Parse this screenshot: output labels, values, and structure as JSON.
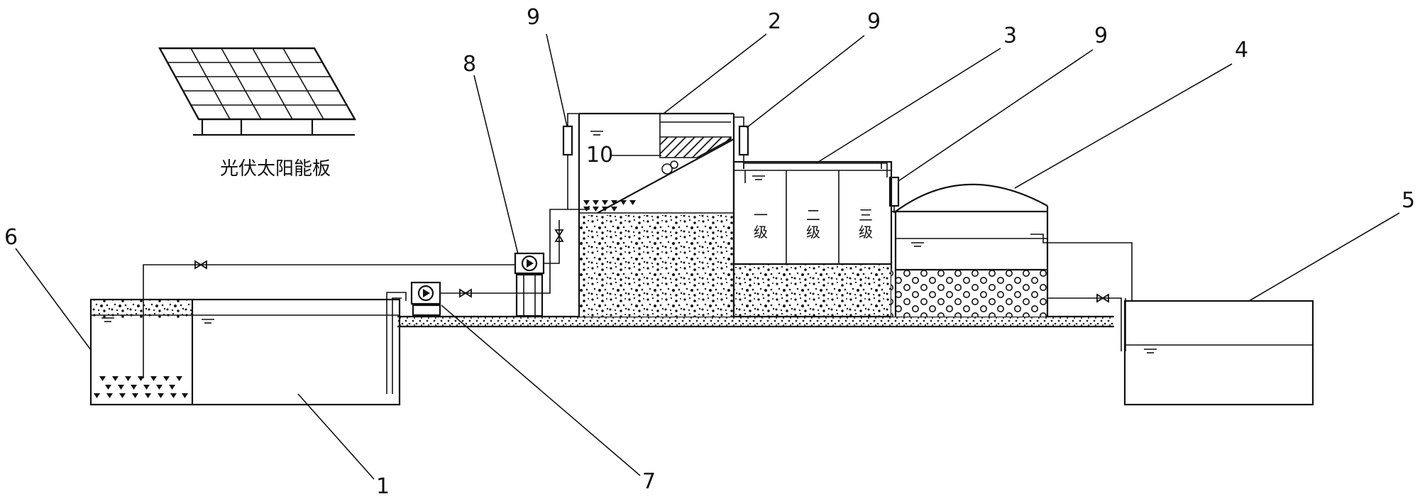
{
  "panel_label": "光伏太阳能板",
  "inner_label": "10",
  "numbers": {
    "n1": "1",
    "n2": "2",
    "n3": "3",
    "n4": "4",
    "n5": "5",
    "n6": "6",
    "n7": "7",
    "n8": "8",
    "n9a": "9",
    "n9b": "9",
    "n9c": "9"
  },
  "stages": {
    "s1a": "一",
    "s1b": "级",
    "s2a": "二",
    "s2b": "级",
    "s3a": "三",
    "s3b": "级"
  }
}
